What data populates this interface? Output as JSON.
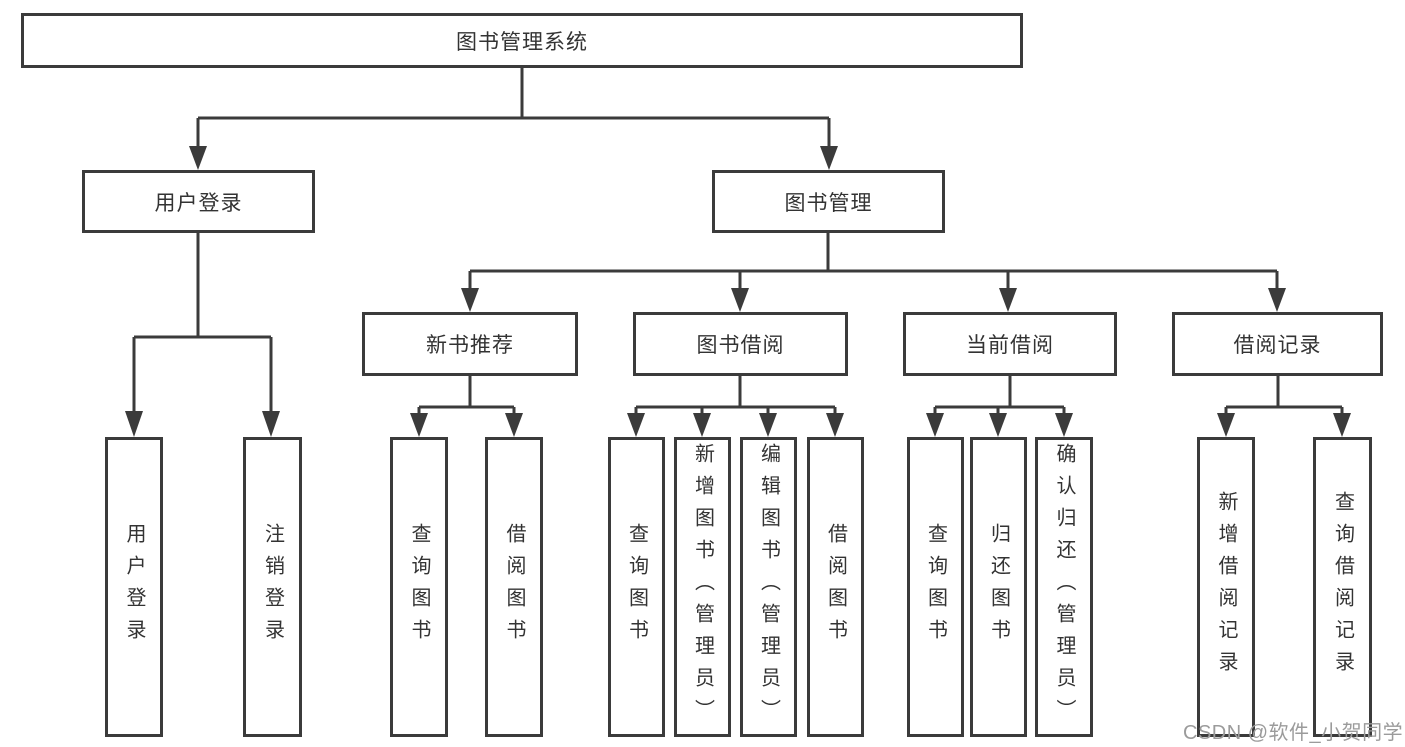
{
  "title": "图书管理系统",
  "tree": {
    "root": {
      "label": "图书管理系统"
    },
    "branches": [
      {
        "label": "用户登录",
        "children": [
          {
            "label": "用户登录"
          },
          {
            "label": "注销登录"
          }
        ]
      },
      {
        "label": "图书管理",
        "children": [
          {
            "label": "新书推荐",
            "children": [
              {
                "label": "查询图书"
              },
              {
                "label": "借阅图书"
              }
            ]
          },
          {
            "label": "图书借阅",
            "children": [
              {
                "label": "查询图书"
              },
              {
                "label": "新增图书（管理员）"
              },
              {
                "label": "编辑图书（管理员）"
              },
              {
                "label": "借阅图书"
              }
            ]
          },
          {
            "label": "当前借阅",
            "children": [
              {
                "label": "查询图书"
              },
              {
                "label": "归还图书"
              },
              {
                "label": "确认归还（管理员）"
              }
            ]
          },
          {
            "label": "借阅记录",
            "children": [
              {
                "label": "新增借阅记录"
              },
              {
                "label": "查询借阅记录"
              }
            ]
          }
        ]
      }
    ]
  },
  "watermark": {
    "text": "CSDN @软件_小贺同学"
  },
  "colors": {
    "line": "#3b3b3b",
    "text": "#333333",
    "watermark": "#9b9b9b",
    "background": "#ffffff"
  }
}
